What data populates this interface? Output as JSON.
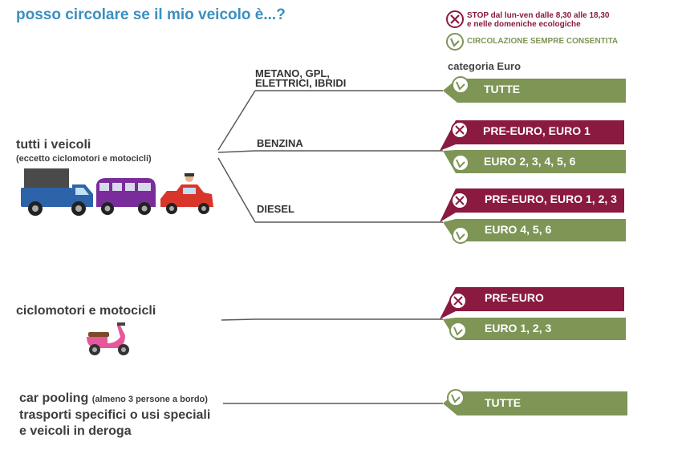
{
  "title": "posso circolare se il mio veicolo è...?",
  "legend": {
    "stop_line1": "STOP dal lun-ven dalle 8,30 alle 18,30",
    "stop_line2": "e nelle domeniche ecologiche",
    "ok_text": "CIRCOLAZIONE SEMPRE CONSENTITA"
  },
  "category_header": "categoria Euro",
  "groups": {
    "all": {
      "label": "tutti i veicoli",
      "note": "(eccetto ciclomotori e motocicli)"
    },
    "moto": {
      "label": "ciclomotori e motocicli"
    },
    "pool": {
      "label": "car pooling",
      "note": "(almeno 3 persone a bordo)",
      "line2": "trasporti specifici o usi speciali",
      "line3": "e veicoli in deroga"
    }
  },
  "fuels": {
    "gas_line1": "METANO, GPL,",
    "gas_line2": "ELETTRICI, IBRIDI",
    "petrol": "BENZINA",
    "diesel": "DIESEL"
  },
  "bands": {
    "gas_ok": "TUTTE",
    "petrol_stop": "PRE-EURO, EURO 1",
    "petrol_ok": "EURO 2, 3, 4, 5, 6",
    "diesel_stop": "PRE-EURO, EURO 1, 2, 3",
    "diesel_ok": "EURO 4, 5, 6",
    "moto_stop": "PRE-EURO",
    "moto_ok": "EURO 1, 2, 3",
    "pool_ok": "TUTTE"
  },
  "colors": {
    "stop": "#8a1a40",
    "ok": "#7e9556",
    "title": "#3a8fc0",
    "line": "#555555"
  }
}
